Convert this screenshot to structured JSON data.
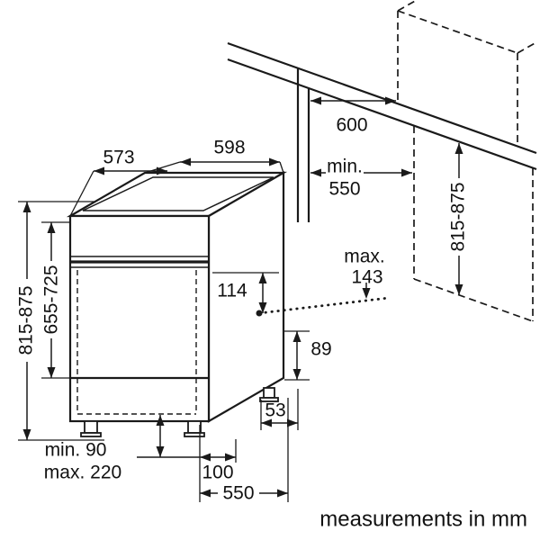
{
  "labels": {
    "top_depth": "573",
    "top_width": "598",
    "worktop_depth": "600",
    "niche_depth_min_word": "min.",
    "niche_depth_min_value": "550",
    "appliance_height_range": "815-875",
    "front_panel_height_range": "655-725",
    "niche_height_range": "815-875",
    "door_clearance": "114",
    "service_max_word": "max.",
    "service_max_value": "143",
    "rear_clearance": "89",
    "plinth_min": "min. 90",
    "plinth_max": "max. 220",
    "rear_offset": "53",
    "front_offset": "100",
    "base_depth": "550"
  },
  "footer": {
    "unit_note": "measurements in mm"
  },
  "colors": {
    "line": "#1a1a1a",
    "background": "#ffffff"
  }
}
